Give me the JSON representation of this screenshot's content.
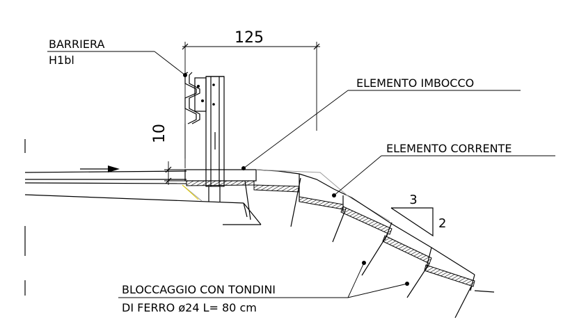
{
  "labels": {
    "barrier_name": "BARRIERA",
    "barrier_class": "H1bl",
    "dim_width": "125",
    "dim_height": "10",
    "elemento_imbocco": "ELEMENTO IMBOCCO",
    "elemento_corrente": "ELEMENTO CORRENTE",
    "slope_run": "3",
    "slope_rise": "2",
    "bloccaggio_line1": "BLOCCAGGIO CON TONDINI",
    "bloccaggio_line2": "DI FERRO ø24   L= 80  cm"
  }
}
